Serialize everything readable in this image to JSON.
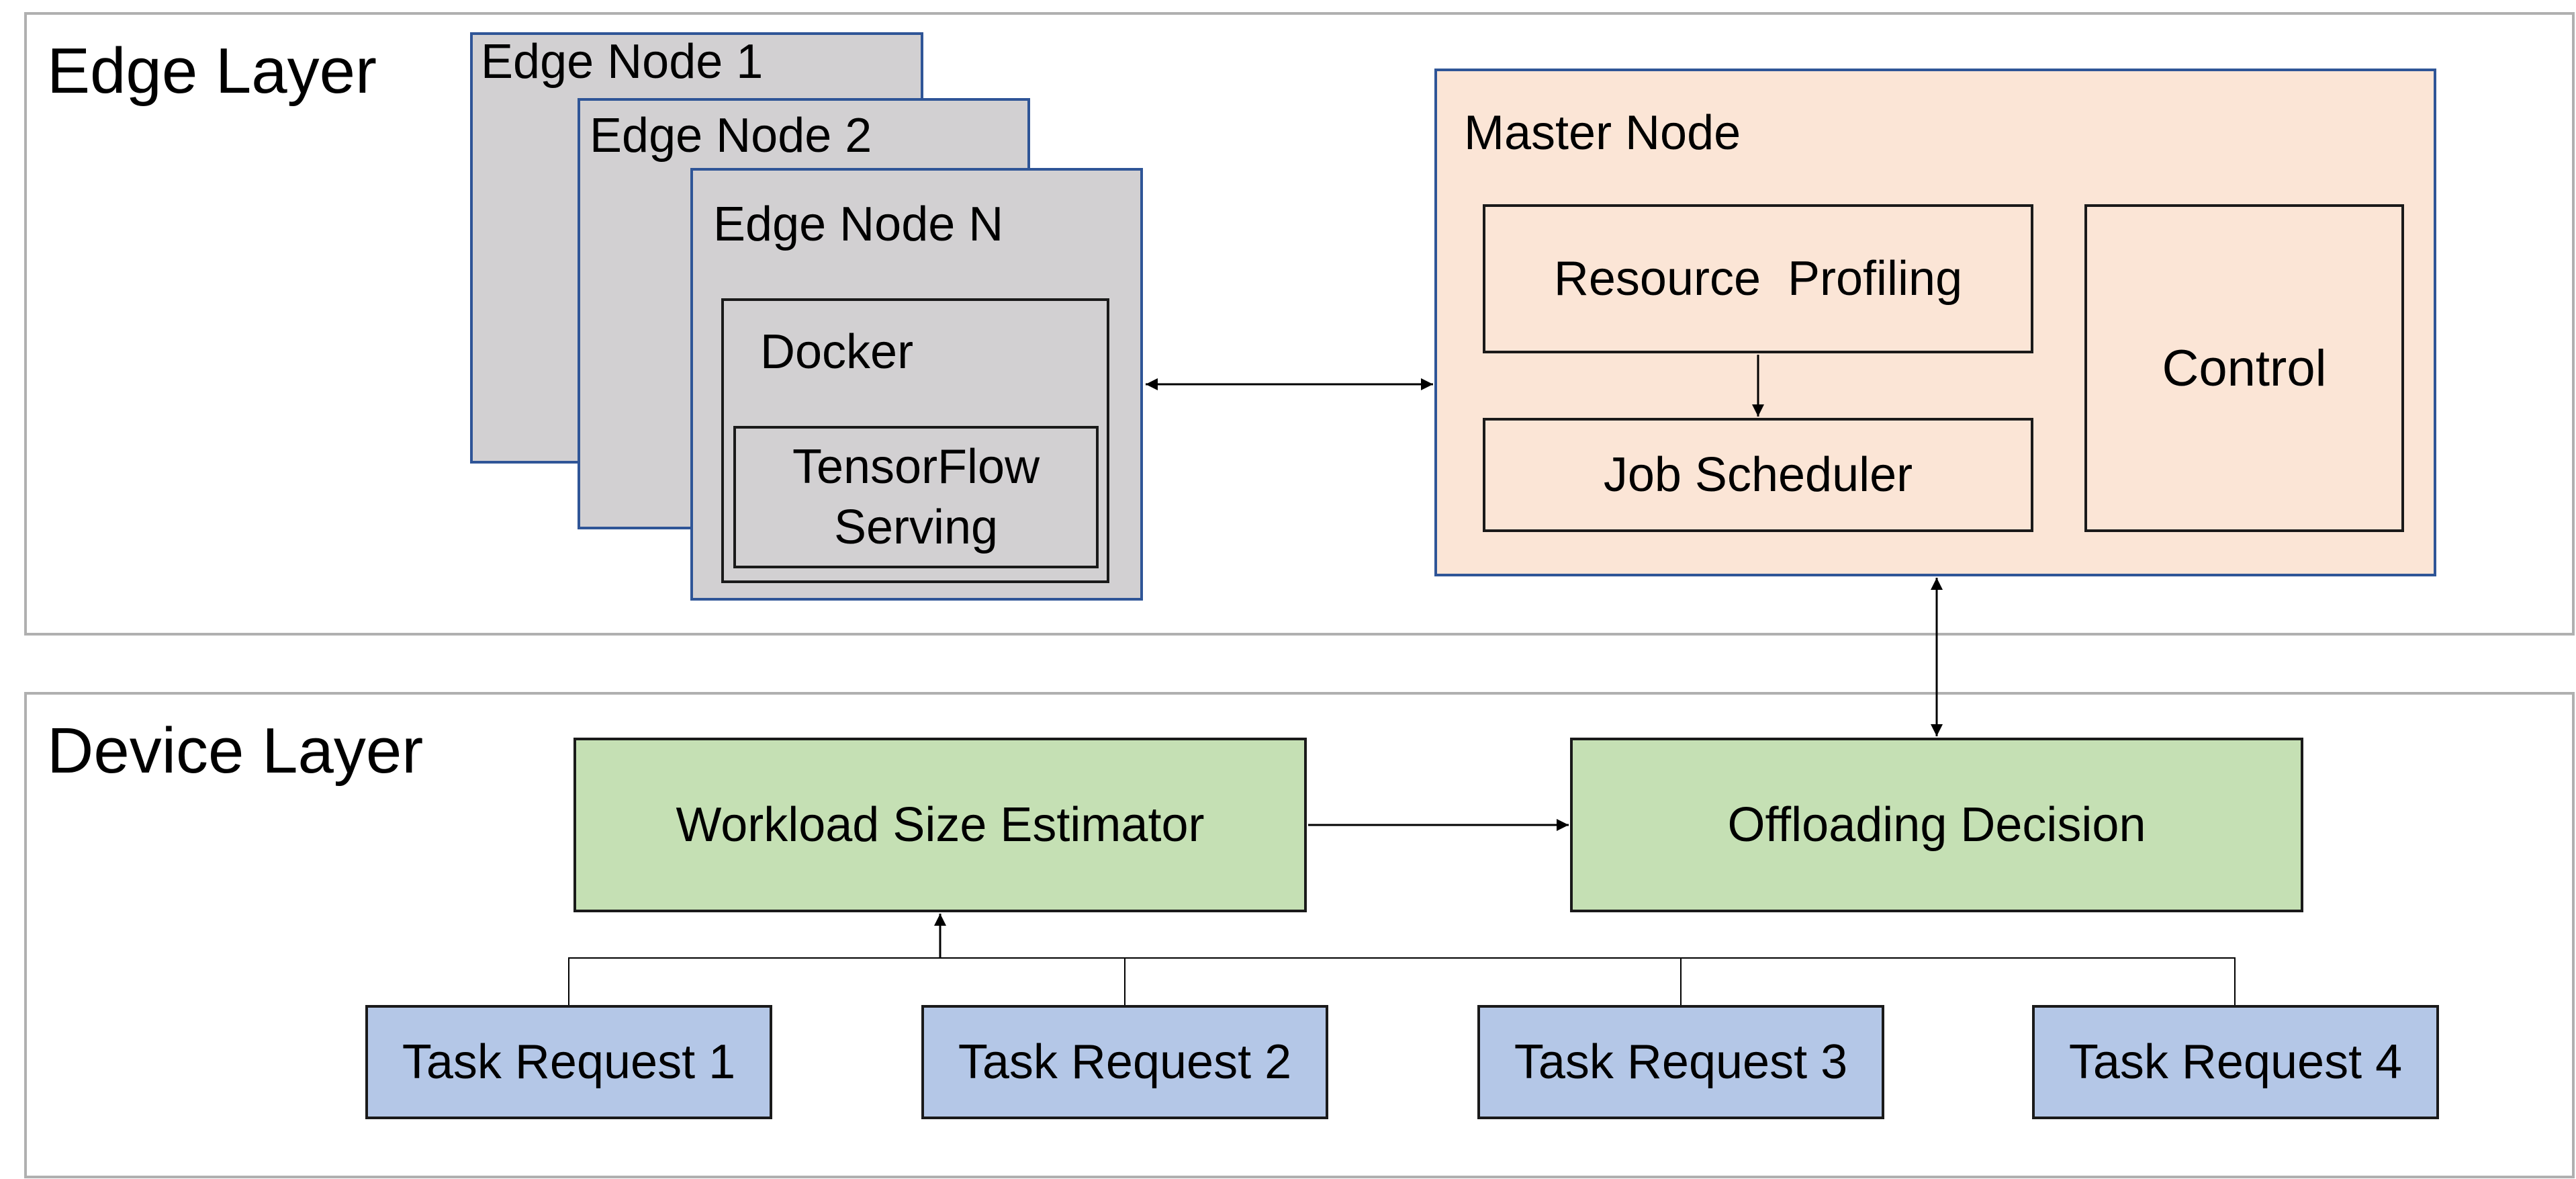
{
  "edge_layer": {
    "label": "Edge Layer",
    "edge_nodes": [
      {
        "label": "Edge Node 1"
      },
      {
        "label": "Edge Node 2"
      },
      {
        "label": "Edge Node N"
      }
    ],
    "docker_label": "Docker",
    "tensorflow_label": "TensorFlow Serving",
    "master_node": {
      "label": "Master Node",
      "resource_profiling": "Resource  Profiling",
      "job_scheduler": "Job Scheduler",
      "control": "Control"
    }
  },
  "device_layer": {
    "label": "Device Layer",
    "workload_estimator": "Workload Size Estimator",
    "offloading_decision": "Offloading Decision",
    "task_requests": [
      "Task Request 1",
      "Task Request 2",
      "Task Request 3",
      "Task Request 4"
    ]
  },
  "colors": {
    "edge_node_fill": "#d2d0d2",
    "edge_node_border": "#2f5597",
    "master_fill": "#fbe5d6",
    "device_module_fill": "#c5e0b4",
    "task_fill": "#b4c7e7",
    "layer_border": "#b0b0b0"
  }
}
